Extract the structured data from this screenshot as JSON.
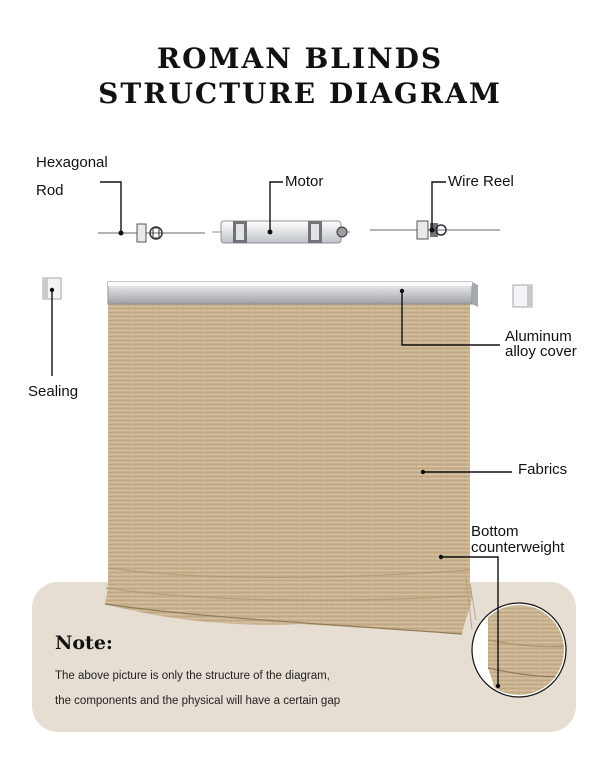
{
  "title": {
    "line1": "ROMAN BLINDS",
    "line2": "STRUCTURE DIAGRAM"
  },
  "labels": {
    "hexagonal_rod_line1": "Hexagonal",
    "hexagonal_rod_line2": "Rod",
    "motor": "Motor",
    "wire_reel": "Wire Reel",
    "aluminum_line1": "Aluminum",
    "aluminum_line2": "alloy cover",
    "sealing": "Sealing",
    "fabrics": "Fabrics",
    "bottom_line1": "Bottom",
    "bottom_line2": "counterweight"
  },
  "note": {
    "heading": "Note:",
    "line1": "The above picture is only the structure of the diagram,",
    "line2": "the components and the physical will have a certain gap"
  },
  "colors": {
    "fabric": "#c9b390",
    "fabric_dark": "#a8916c",
    "note_bg": "#e6ded3",
    "rail": "#d7d9dc"
  }
}
